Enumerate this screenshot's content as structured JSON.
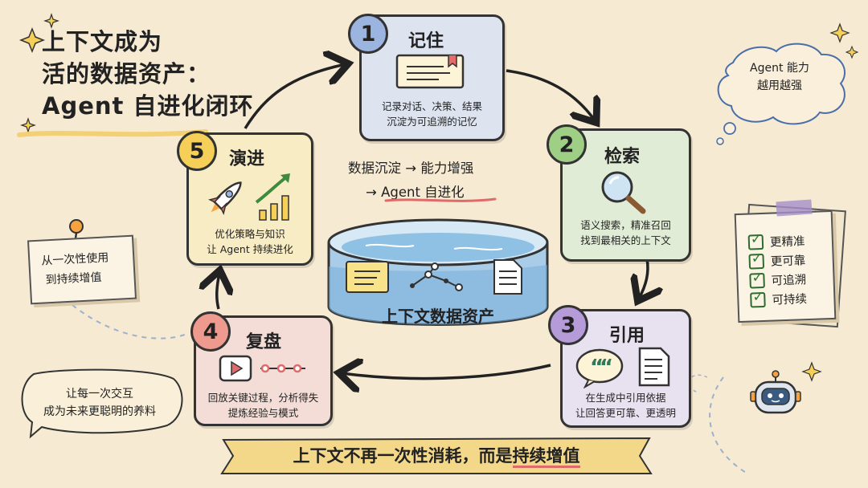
{
  "title": {
    "line1": "上下文成为",
    "line2": "活的数据资产：",
    "line3": "Agent 自进化闭环"
  },
  "center": {
    "line1": "数据沉淀 → 能力增强",
    "line2": "→ Agent 自进化",
    "vessel_label": "上下文数据资产"
  },
  "steps": [
    {
      "num": "1",
      "title": "记住",
      "desc1": "记录对话、决策、结果",
      "desc2": "沉淀为可追溯的记忆",
      "color": "#dde4ef",
      "badge_color": "#9bb5e0"
    },
    {
      "num": "2",
      "title": "检索",
      "desc1": "语义搜索，精准召回",
      "desc2": "找到最相关的上下文",
      "color": "#e1ecd7",
      "badge_color": "#9fcf85"
    },
    {
      "num": "3",
      "title": "引用",
      "desc1": "在生成中引用依据",
      "desc2": "让回答更可靠、更透明",
      "color": "#e8e1ef",
      "badge_color": "#b59bd8"
    },
    {
      "num": "4",
      "title": "复盘",
      "desc1": "回放关键过程，分析得失",
      "desc2": "提炼经验与模式",
      "color": "#f3ddd6",
      "badge_color": "#ef9a8e"
    },
    {
      "num": "5",
      "title": "演进",
      "desc1": "优化策略与知识",
      "desc2": "让 Agent 持续进化",
      "color": "#f8ecc4",
      "badge_color": "#f5cf58"
    }
  ],
  "left_note": {
    "line1": "从一次性使用",
    "line2": "到持续增值"
  },
  "left_bubble": {
    "line1": "让每一次交互",
    "line2": "成为未来更聪明的养料"
  },
  "right_cloud": {
    "line1": "Agent 能力",
    "line2": "越用越强"
  },
  "checklist": [
    "更精准",
    "更可靠",
    "可追溯",
    "可持续"
  ],
  "banner": {
    "part1": "上下文不再一次性消耗，而是",
    "part2": "持续增值"
  },
  "colors": {
    "background": "#f6ead3",
    "accent_red": "#e06a6a",
    "banner": "#f4d88a"
  }
}
